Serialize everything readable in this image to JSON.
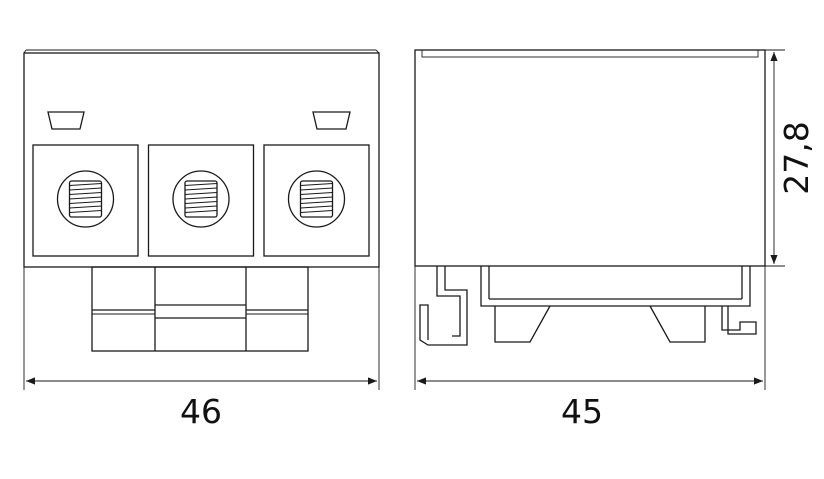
{
  "drawing": {
    "dimensions": {
      "front_width": "46",
      "side_width": "45",
      "side_height": "27,8"
    },
    "front_view": {
      "terminal_count": 3
    },
    "colors": {
      "line": "#1a1a1a",
      "background": "#ffffff"
    }
  }
}
